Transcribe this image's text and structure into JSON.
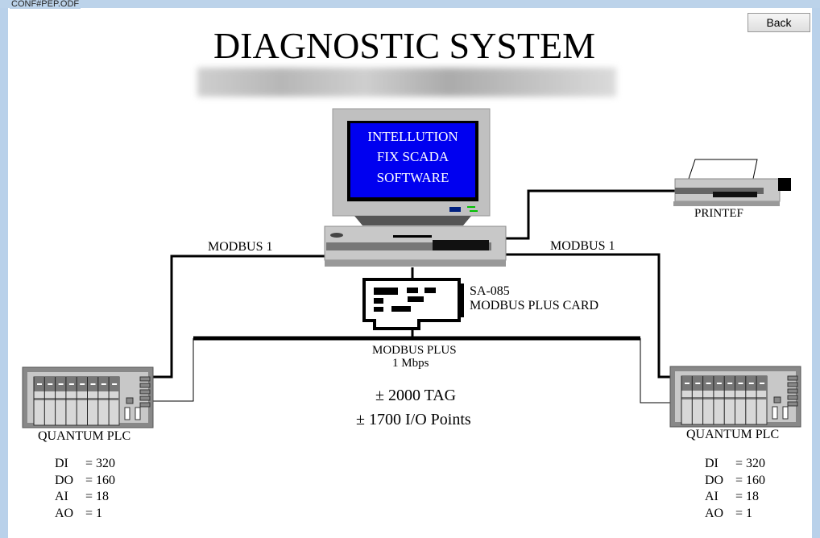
{
  "window": {
    "title": "CONF#PEP.ODF"
  },
  "toolbar": {
    "back_label": "Back"
  },
  "header": {
    "title": "DIAGNOSTIC SYSTEM"
  },
  "computer": {
    "screen_lines": [
      "INTELLUTION",
      "FIX SCADA",
      "SOFTWARE"
    ]
  },
  "printer": {
    "label": "PRINTEF"
  },
  "links": {
    "modbus_left": "MODBUS 1",
    "modbus_right": "MODBUS 1"
  },
  "card": {
    "model": "SA-085",
    "name": "MODBUS PLUS CARD"
  },
  "bus": {
    "name": "MODBUS PLUS",
    "speed": "1 Mbps"
  },
  "summary": {
    "tags": "± 2000 TAG",
    "points": "± 1700 I/O Points"
  },
  "plc_left": {
    "label": "QUANTUM PLC",
    "io": [
      {
        "k": "DI",
        "v": "= 320"
      },
      {
        "k": "DO",
        "v": "= 160"
      },
      {
        "k": "AI",
        "v": "= 18"
      },
      {
        "k": "AO",
        "v": "= 1"
      }
    ]
  },
  "plc_right": {
    "label": "QUANTUM PLC",
    "io": [
      {
        "k": "DI",
        "v": "= 320"
      },
      {
        "k": "DO",
        "v": "= 160"
      },
      {
        "k": "AI",
        "v": "= 18"
      },
      {
        "k": "AO",
        "v": "= 1"
      }
    ]
  },
  "colors": {
    "screen": "#0000f0",
    "frame": "#bcd3ea"
  }
}
